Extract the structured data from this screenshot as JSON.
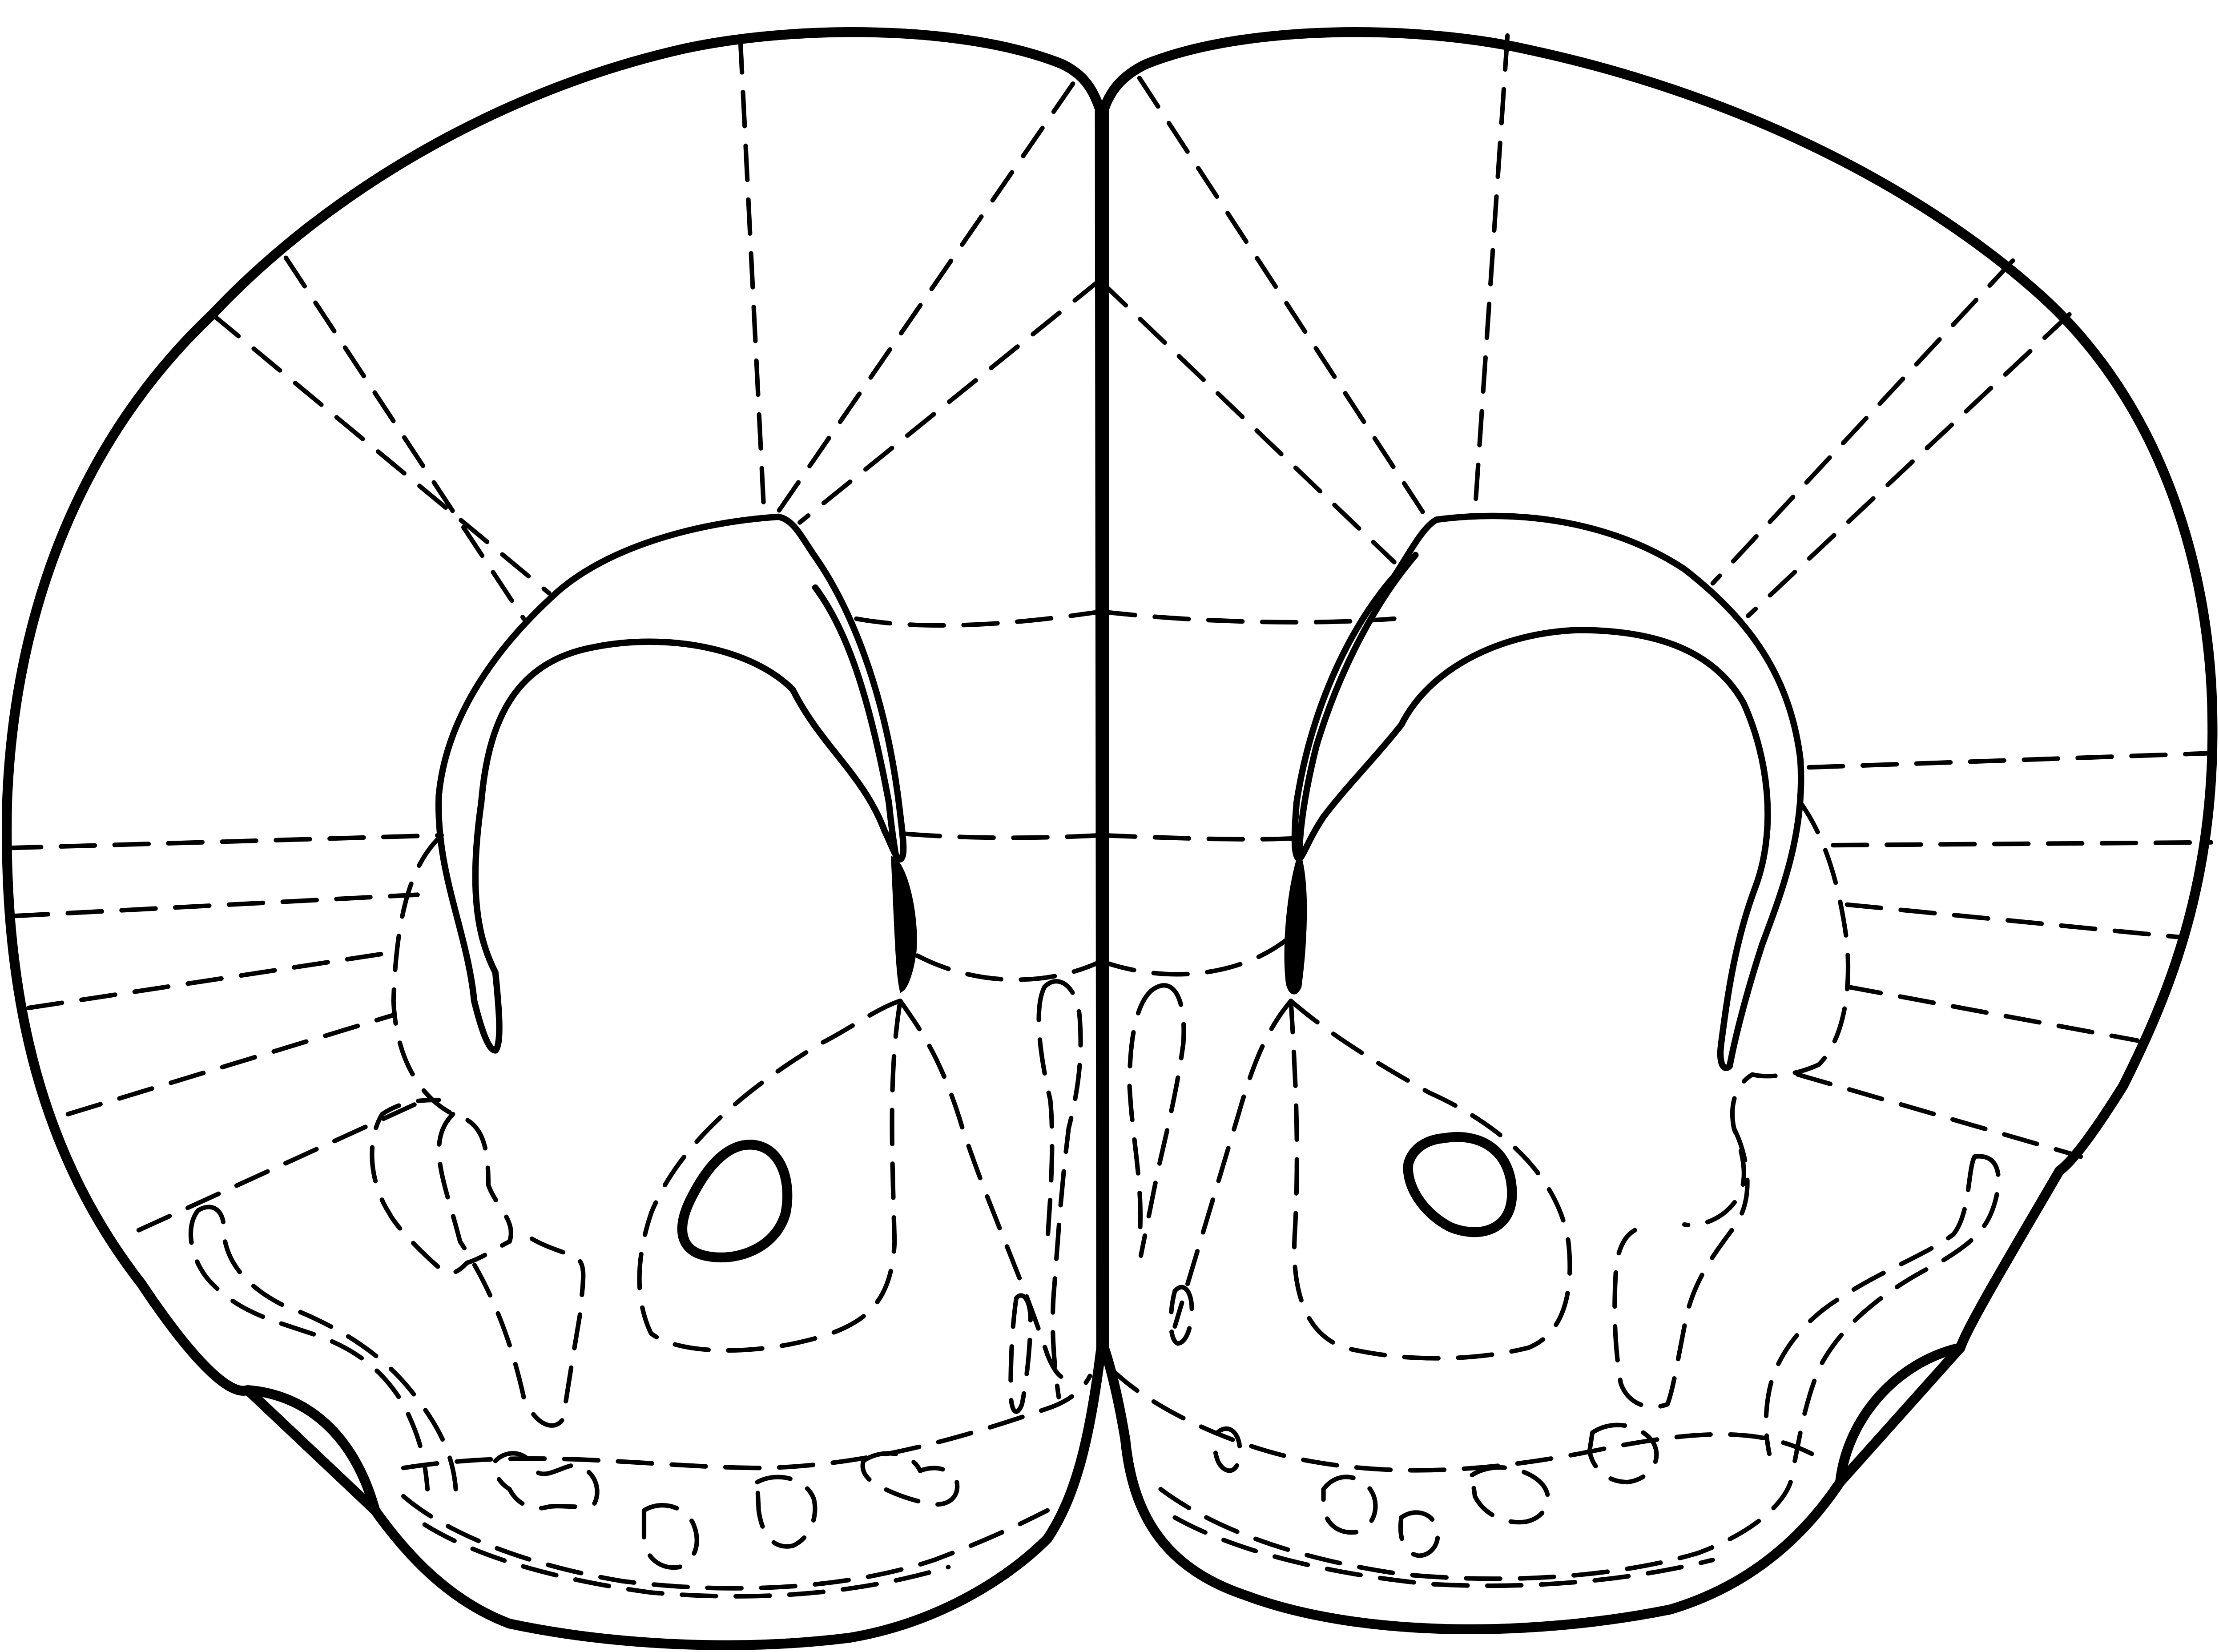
{
  "diagram": {
    "kind": "coronal brain section line drawing",
    "hemispheres": [
      "left-hemisphere",
      "right-hemisphere"
    ],
    "line_color": "#000000",
    "background_color": "#ffffff",
    "line_styles": [
      "solid-outline",
      "dashed-region-boundary",
      "filled-structure"
    ]
  }
}
